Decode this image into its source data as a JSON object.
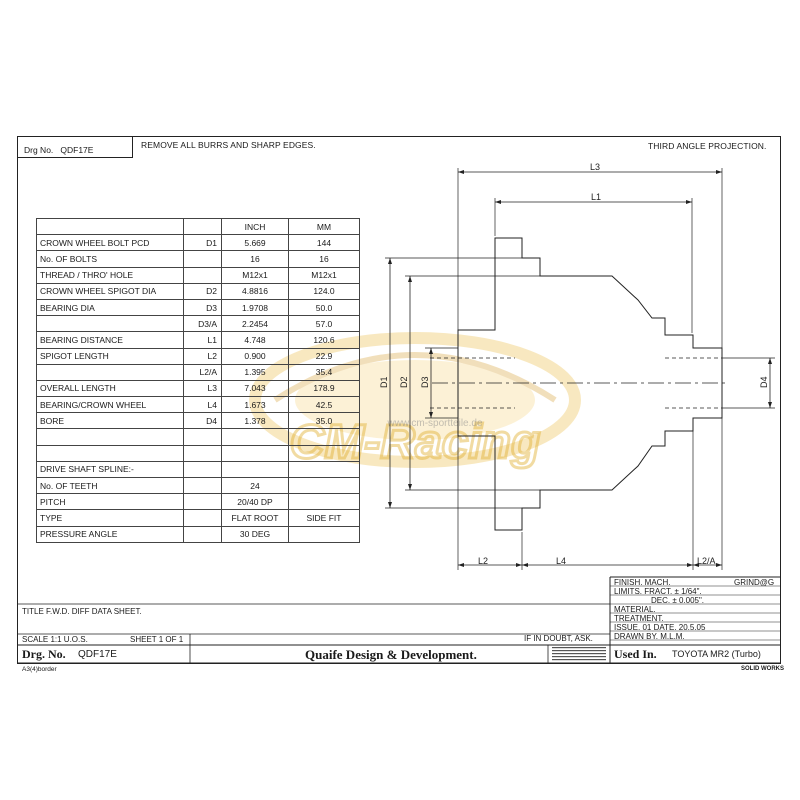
{
  "header": {
    "drg_label": "Drg No.",
    "drg_no": "QDF17E",
    "note": "REMOVE ALL BURRS AND SHARP EDGES.",
    "projection": "THIRD ANGLE PROJECTION."
  },
  "table": {
    "col_inch": "INCH",
    "col_mm": "MM",
    "rows": [
      {
        "label": "CROWN WHEEL BOLT PCD",
        "sym": "D1",
        "inch": "5.669",
        "mm": "144"
      },
      {
        "label": "No. OF BOLTS",
        "sym": "",
        "inch": "16",
        "mm": "16"
      },
      {
        "label": "THREAD / THRO' HOLE",
        "sym": "",
        "inch": "M12x1",
        "mm": "M12x1"
      },
      {
        "label": "CROWN WHEEL SPIGOT DIA",
        "sym": "D2",
        "inch": "4.8816",
        "mm": "124.0"
      },
      {
        "label": "BEARING DIA",
        "sym": "D3",
        "inch": "1.9708",
        "mm": "50.0"
      },
      {
        "label": "",
        "sym": "D3/A",
        "inch": "2.2454",
        "mm": "57.0"
      },
      {
        "label": "BEARING DISTANCE",
        "sym": "L1",
        "inch": "4.748",
        "mm": "120.6"
      },
      {
        "label": "SPIGOT LENGTH",
        "sym": "L2",
        "inch": "0.900",
        "mm": "22.9"
      },
      {
        "label": "",
        "sym": "L2/A",
        "inch": "1.395",
        "mm": "35.4"
      },
      {
        "label": "OVERALL LENGTH",
        "sym": "L3",
        "inch": "7.043",
        "mm": "178.9"
      },
      {
        "label": "BEARING/CROWN WHEEL",
        "sym": "L4",
        "inch": "1.673",
        "mm": "42.5"
      },
      {
        "label": "BORE",
        "sym": "D4",
        "inch": "1.378",
        "mm": "35.0"
      }
    ],
    "spline_title": "DRIVE SHAFT SPLINE:-",
    "spline": [
      {
        "label": "No. OF TEETH",
        "val": "24",
        "val2": ""
      },
      {
        "label": "PITCH",
        "val": "20/40 DP",
        "val2": ""
      },
      {
        "label": "TYPE",
        "val": "FLAT ROOT",
        "val2": "SIDE FIT"
      },
      {
        "label": "PRESSURE ANGLE",
        "val": "30 DEG",
        "val2": ""
      }
    ]
  },
  "drawing": {
    "dims": {
      "L3": "L3",
      "L1": "L1",
      "L2": "L2",
      "L4": "L4",
      "L2A": "L2/A",
      "D1": "D1",
      "D2": "D2",
      "D3": "D3",
      "D4": "D4"
    }
  },
  "title_block": {
    "title": "TITLE  F.W.D. DIFF DATA SHEET.",
    "scale": "SCALE 1:1 U.O.S.",
    "sheet": "SHEET 1 OF 1",
    "drg_label": "Drg. No.",
    "drg_no": "QDF17E",
    "company": "Quaife Design & Development.",
    "doubt": "IF IN DOUBT, ASK.",
    "finish": "FINISH. MACH.",
    "grind": "GRIND@G",
    "limits": "LIMITS. FRACT. ± 1/64\".",
    "dec": "DEC. ± 0.005\".",
    "material": "MATERIAL.",
    "treatment": "TREATMENT.",
    "issue": "ISSUE. 01   DATE. 20.5.05",
    "drawn": "DRAWN BY. M.L.M.",
    "used_label": "Used In.",
    "used_val": "TOYOTA MR2 (Turbo)",
    "border_name": "A3(4)border",
    "software": "SOLID WORKS"
  },
  "watermark": {
    "brand": "CM-Racing",
    "url": "www.cm-sportteile.de"
  },
  "colors": {
    "line": "#222222",
    "watermark": "#f0c040"
  }
}
